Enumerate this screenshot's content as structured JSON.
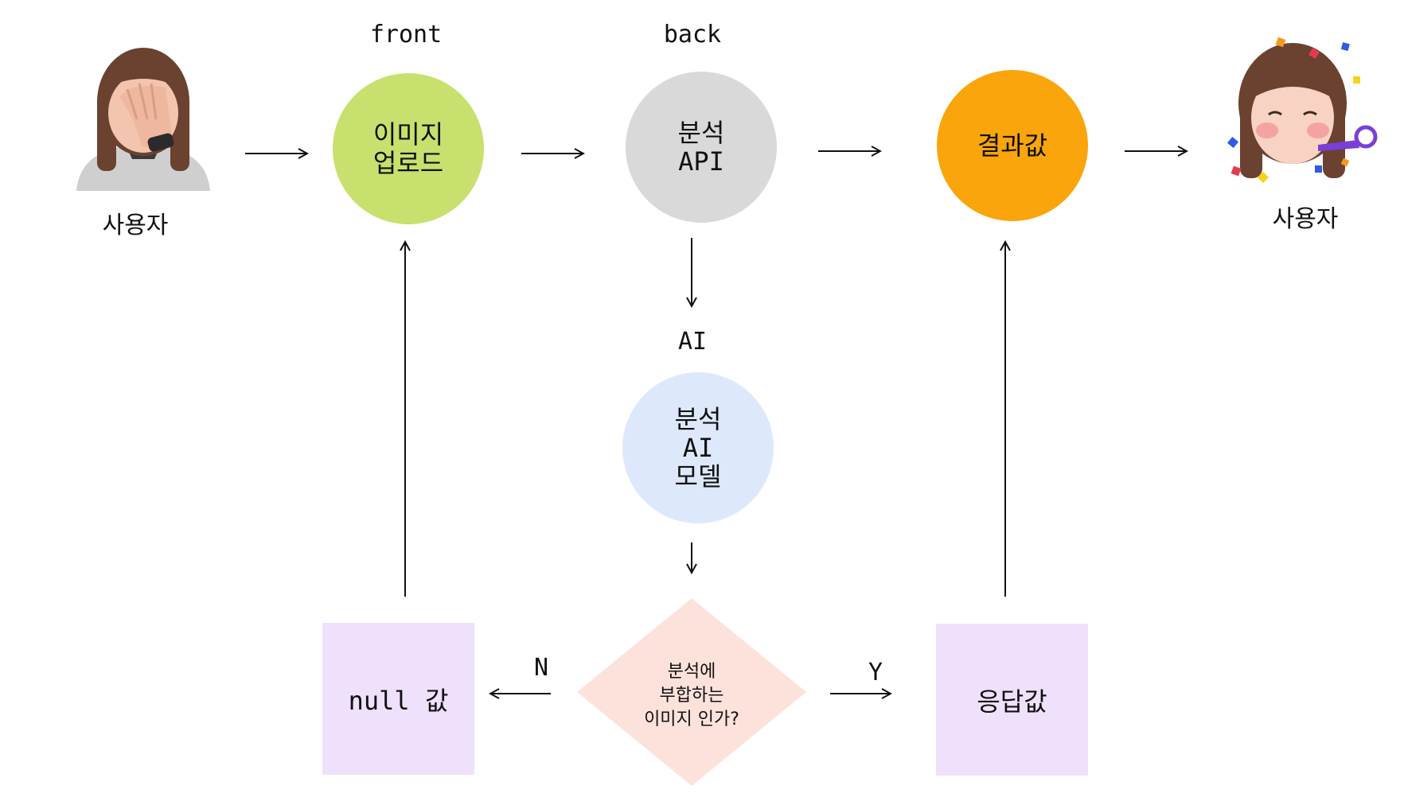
{
  "labels": {
    "front": "front",
    "back": "back",
    "ai": "AI",
    "user_left": "사용자",
    "user_right": "사용자",
    "no": "N",
    "yes": "Y"
  },
  "nodes": {
    "upload": [
      "이미지",
      "업로드"
    ],
    "api": [
      "분석",
      "API"
    ],
    "result": "결과값",
    "model": [
      "분석",
      "AI",
      "모델"
    ],
    "decision": [
      "분석에",
      "부합하는",
      "이미지 인가?"
    ],
    "null_box": "null 값",
    "response_box": "응답값"
  },
  "colors": {
    "upload": "#c8e06e",
    "api": "#d9d9d9",
    "result": "#f9a50b",
    "model": "#dde9fb",
    "decision": "#fde2dc",
    "boxes": "#efe1fb"
  },
  "icons": {
    "user_left": "facepalm-avatar-icon",
    "user_right": "celebrating-avatar-icon"
  }
}
